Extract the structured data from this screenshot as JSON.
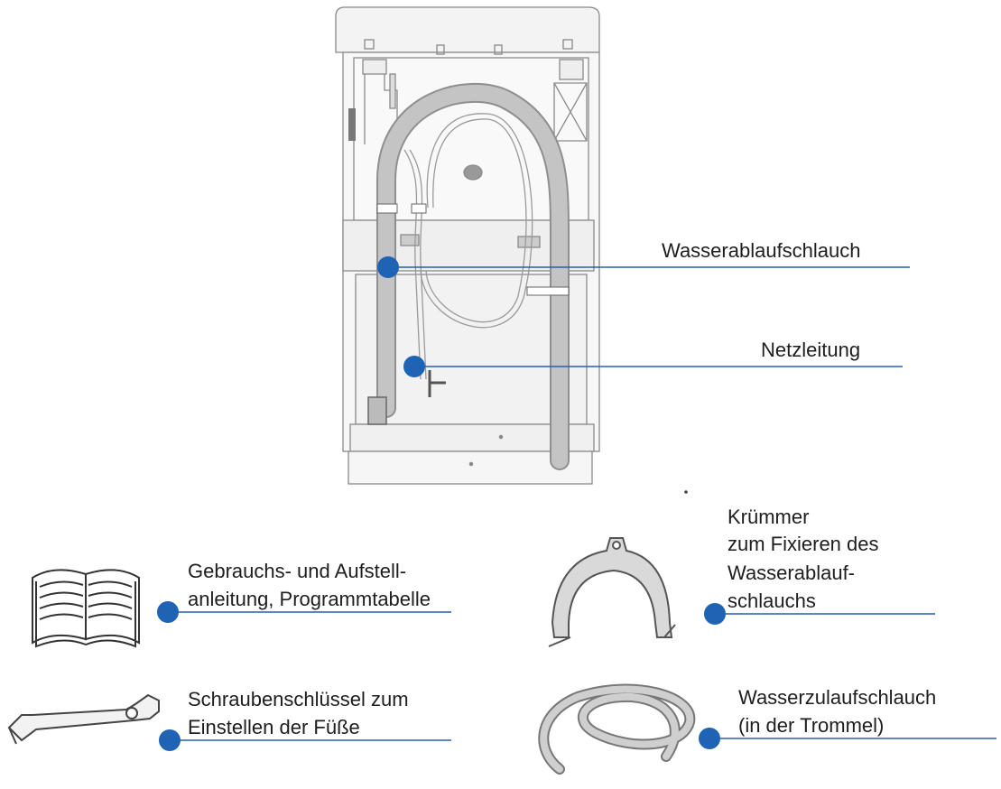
{
  "labels": {
    "drain_hose": "Wasserablaufschlauch",
    "power_cord": "Netzleitung",
    "manual_line1": "Gebrauchs- und Aufstell-",
    "manual_line2": "anleitung, Programmtabelle",
    "wrench_line1": "Schraubenschlüssel zum",
    "wrench_line2": "Einstellen der Füße",
    "bend_line1": "Krümmer",
    "bend_line2": "zum Fixieren des",
    "bend_line3": "Wasserablauf-",
    "bend_line4": "schlauchs",
    "inlet_line1": "Wasserzulaufschlauch",
    "inlet_line2": "(in der Trommel)"
  },
  "colors": {
    "marker": "#1f63b5",
    "leader_line": "#2a5ea8",
    "drawing_stroke": "#8a8a8a",
    "hose_fill": "#bdbdbd"
  },
  "icons": [
    "washing-machine-rear",
    "open-book-icon",
    "wrench-icon",
    "hose-bend-icon",
    "inlet-hose-icon"
  ]
}
